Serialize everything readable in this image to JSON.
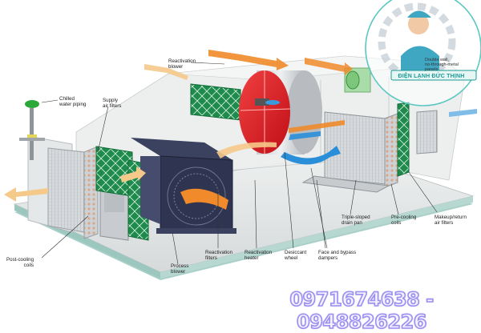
{
  "diagram": {
    "type": "Desiccant dehumidification air handling unit (cutaway)",
    "labels": {
      "chilled_water_piping": "Chilled\nwater piping",
      "supply_air_filters": "Supply\nair filters",
      "reactivation_blower": "Reactivation\nblower",
      "double_wall": "Double wall,\nno-through-metal\npanels",
      "post_cooling_coils": "Post-cooling\ncoils",
      "process_blower": "Process\nblower",
      "reactivation_filters": "Reactivation\nfilters",
      "reactivation_heater": "Reactivation\nheater",
      "desiccant_wheel": "Desiccant\nwheel",
      "face_bypass_dampers": "Face and bypass\ndampers",
      "triple_sloped_drain_pan": "Triple-sloped\ndrain pan",
      "pre_cooling_coils": "Pre-cooling\ncoils",
      "makeup_return_air_filters": "Makeup/return\nair filters"
    },
    "colors": {
      "desiccant_wheel": "#e0222a",
      "filters": "#1e8a4c",
      "process_blower": "#3a4260",
      "reactivation_air": "#f08a2a",
      "process_air": "#f5c98a",
      "return_air": "#2a8fd8",
      "housing": "#e6e8e8",
      "base_edge": "#9cc7bf"
    }
  },
  "watermark": {
    "brand": "ĐIỆN LẠNH ĐỨC THỊNH",
    "ring_color": "#5cc7c0",
    "phone": "0971674638 - 0948826226"
  }
}
